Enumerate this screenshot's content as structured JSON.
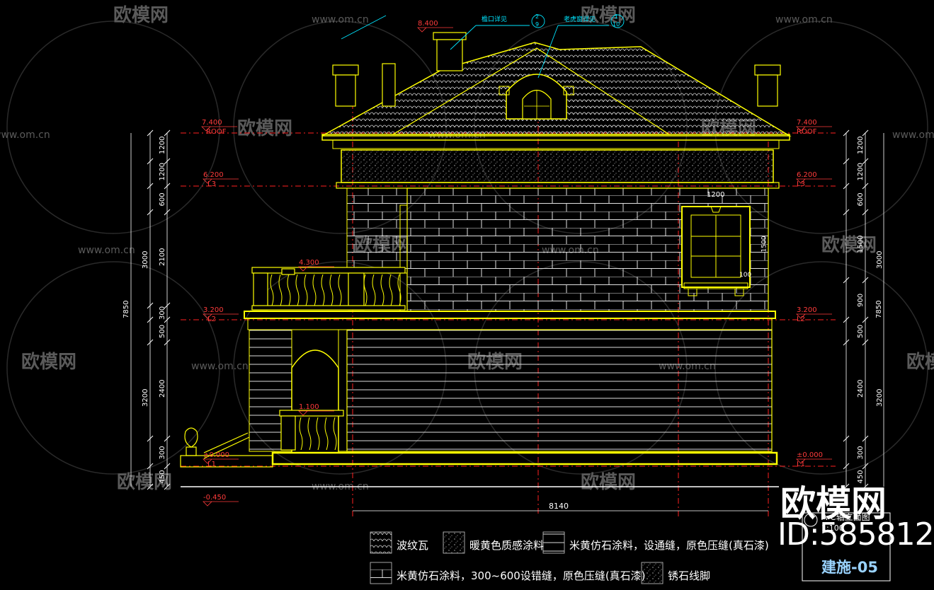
{
  "drawing": {
    "title": "A-C轴立面图",
    "scale_label": "1:100",
    "sheet_number": "建施-05",
    "overall_width": "8140",
    "callouts": [
      {
        "text": "檐口详见",
        "ref_top": "2",
        "ref_bottom": "9"
      },
      {
        "text": "老虎窗详见",
        "ref_top": "1",
        "ref_bottom": "10"
      }
    ],
    "levels_left": [
      {
        "elev": "8.400",
        "tag": ""
      },
      {
        "elev": "7.400",
        "tag": "ROOF"
      },
      {
        "elev": "6.200",
        "tag": "L3"
      },
      {
        "elev": "4.300",
        "tag": ""
      },
      {
        "elev": "3.200",
        "tag": "L2"
      },
      {
        "elev": "1.100",
        "tag": ""
      },
      {
        "elev": "±0.000",
        "tag": "L1"
      },
      {
        "elev": "-0.450",
        "tag": ""
      }
    ],
    "levels_right": [
      {
        "elev": "7.400",
        "tag": "ROOF"
      },
      {
        "elev": "6.200",
        "tag": "L3"
      },
      {
        "elev": "3.200",
        "tag": "L2"
      },
      {
        "elev": "±0.000",
        "tag": "L1"
      }
    ],
    "dims_left_inner": [
      "1200",
      "1200",
      "600",
      "2100",
      "300",
      "500",
      "2400",
      "300",
      "450"
    ],
    "dims_left_outer": [
      "3000",
      "3200"
    ],
    "dims_left_total": "7850",
    "dims_right_inner": [
      "1200",
      "1200",
      "600",
      "1500",
      "900",
      "500",
      "2400",
      "300",
      "450"
    ],
    "dims_right_outer": [
      "3000",
      "3200"
    ],
    "dims_right_total": "7850",
    "window_width": "1200",
    "window_height": "1500",
    "window_sill": "100"
  },
  "legend": [
    {
      "pattern": "tile",
      "label": "波纹瓦"
    },
    {
      "pattern": "speckle",
      "label": "暖黄色质感涂料"
    },
    {
      "pattern": "lines",
      "label": "米黄仿石涂料，设通缝，原色压缝(真石漆)"
    },
    {
      "pattern": "brick",
      "label": "米黄仿石涂料，300~600设错缝，原色压缝(真石漆)"
    },
    {
      "pattern": "speckle2",
      "label": "锈石线脚"
    }
  ],
  "watermark": {
    "brand": "欧模网",
    "url": "www.om.cn",
    "id_label": "ID:585812"
  },
  "colors": {
    "outline": "#ffff00",
    "dimension": "#ffffff",
    "axis": "#ff2020",
    "leader": "#00e5ff",
    "hatch": "#d0d0d0"
  }
}
